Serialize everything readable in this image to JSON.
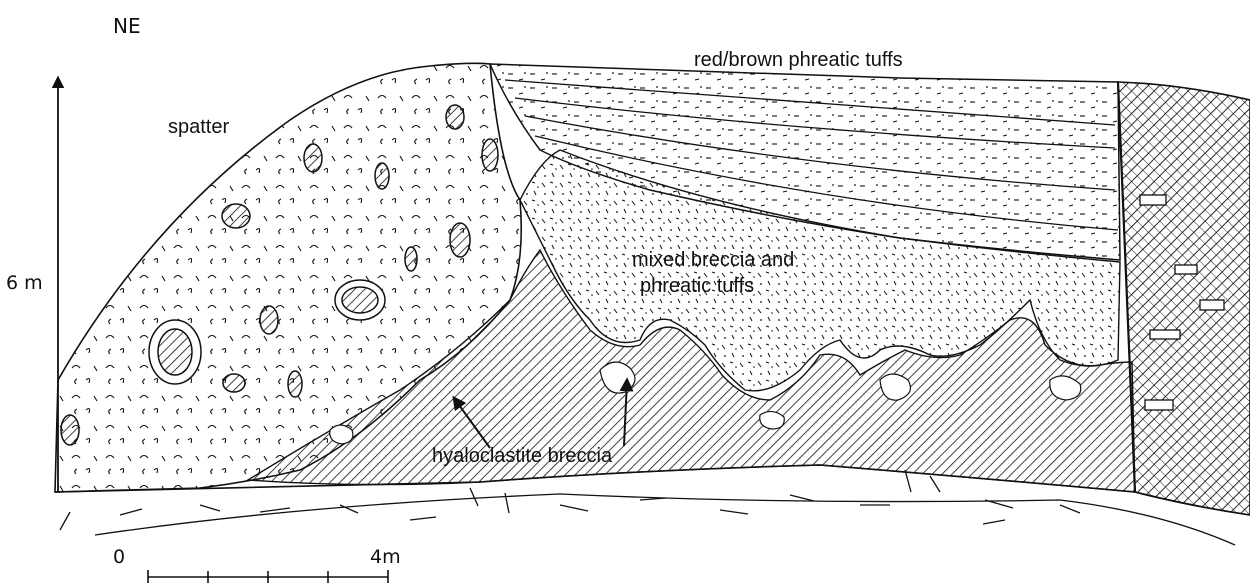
{
  "orientation_label": "NE",
  "vertical_scale_label": "6 m",
  "units": {
    "red_brown_phreatic_tuffs": "red/brown phreatic tuffs",
    "spatter": "spatter",
    "mixed_breccia_line1": "mixed breccia and",
    "mixed_breccia_line2": "phreatic tuffs",
    "hyaloclastite_breccia": "hyaloclastite breccia"
  },
  "scale_bar": {
    "start_label": "0",
    "end_label": "4m",
    "divisions": 4
  },
  "colors": {
    "ink": "#111111",
    "paper": "#ffffff"
  }
}
